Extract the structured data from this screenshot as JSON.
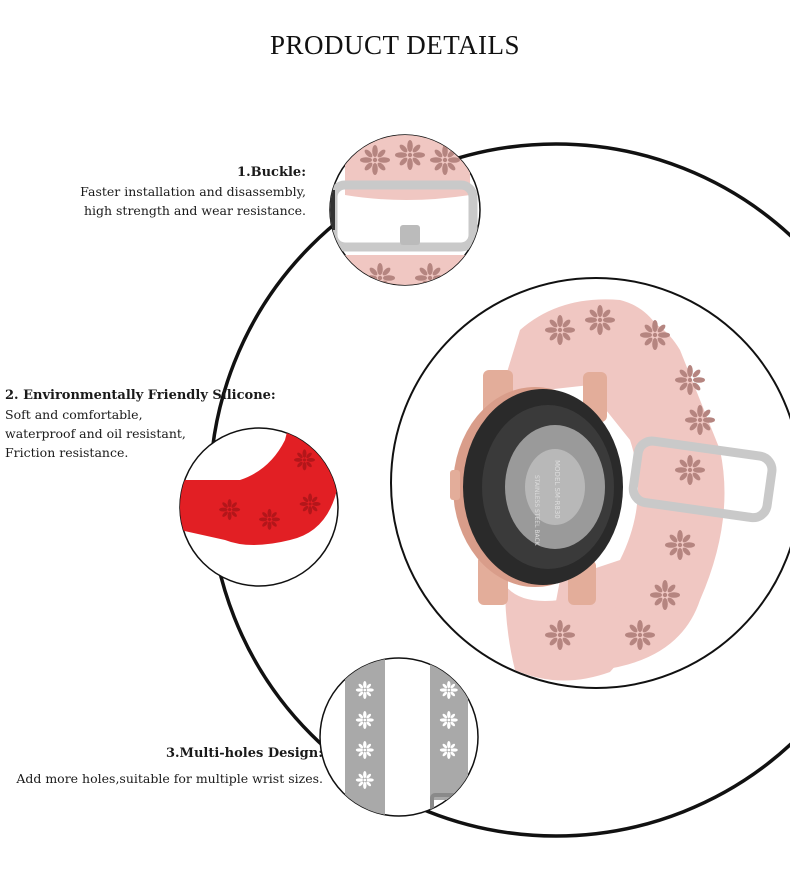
{
  "header": {
    "title": "PRODUCT DETAILS"
  },
  "features": [
    {
      "heading": "1.Buckle:",
      "lines": [
        "Faster installation and disassembly,",
        "high strength and wear resistance."
      ]
    },
    {
      "heading": "2. Environmentally Friendly Silicone:",
      "lines": [
        "Soft and comfortable,",
        "waterproof and oil resistant,",
        "Friction resistance."
      ]
    },
    {
      "heading": "3.Multi-holes Design:",
      "lines": [
        "Add more holes,suitable for multiple wrist sizes."
      ]
    }
  ],
  "watch_back": {
    "engraving_line1": "MODEL SM-R830",
    "engraving_line2": "STAINLESS STEEL BACK"
  },
  "colors": {
    "band_pink": "#f0c7c2",
    "band_pink_hole": "#b58580",
    "band_red": "#e21f24",
    "band_gray": "#a9a9a9",
    "case_rose_gold": "#e3ad9a",
    "buckle_silver": "#c9c9c9",
    "circle_stroke": "#111111"
  }
}
